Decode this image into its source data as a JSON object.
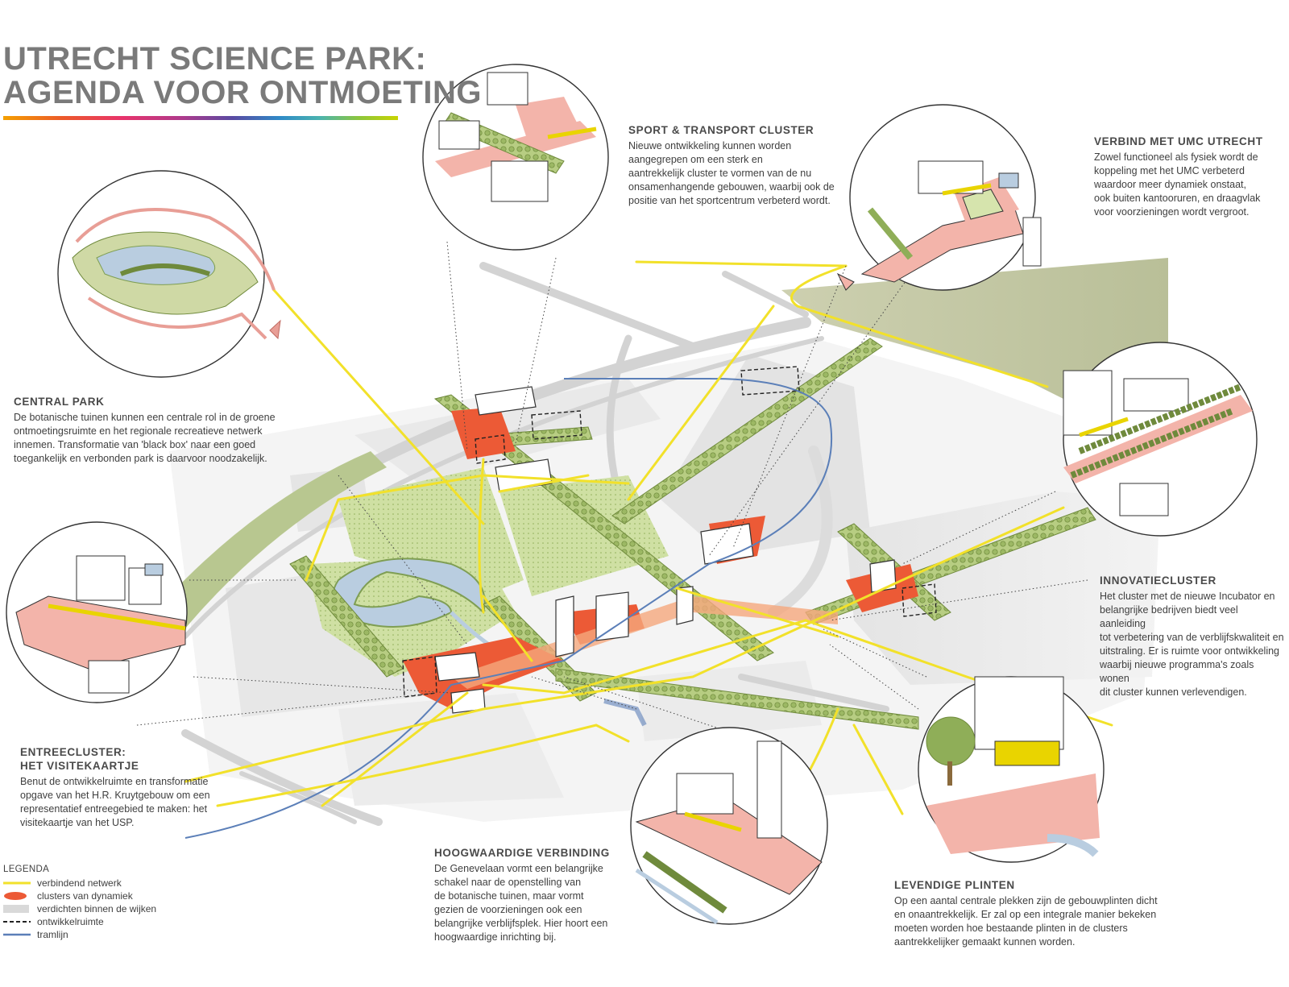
{
  "title": {
    "line1": "UTRECHT SCIENCE PARK:",
    "line2": "AGENDA VOOR ONTMOETING"
  },
  "annotations": {
    "sport": {
      "heading": "SPORT & TRANSPORT CLUSTER",
      "lines": [
        "Nieuwe ontwikkeling kunnen worden",
        "aangegrepen om een sterk en",
        "aantrekkelijk cluster te vormen van de nu",
        "onsamenhangende gebouwen, waarbij ook de",
        "positie van het sportcentrum verbeterd wordt."
      ]
    },
    "umc": {
      "heading": "VERBIND MET UMC UTRECHT",
      "lines": [
        "Zowel functioneel als fysiek wordt de",
        "koppeling met het UMC verbeterd",
        "waardoor meer dynamiek onstaat,",
        "ook buiten kantooruren, en draagvlak",
        "voor voorzieningen wordt vergroot."
      ]
    },
    "central_park": {
      "heading": "CENTRAL PARK",
      "lines": [
        "De botanische tuinen kunnen een centrale rol in de groene",
        "ontmoetingsruimte en het regionale recreatieve netwerk",
        "innemen. Transformatie van 'black box' naar een goed",
        "toegankelijk en verbonden park is daarvoor noodzakelijk."
      ]
    },
    "innovatie": {
      "heading": "INNOVATIECLUSTER",
      "lines": [
        "Het cluster met de nieuwe Incubator en",
        "belangrijke bedrijven biedt veel aanleiding",
        "tot verbetering van de verblijfskwaliteit en",
        "uitstraling. Er is ruimte voor ontwikkeling",
        "waarbij nieuwe programma's zoals wonen",
        "dit cluster kunnen verlevendigen."
      ]
    },
    "entree": {
      "heading1": "ENTREECLUSTER:",
      "heading2": "HET VISITEKAARTJE",
      "lines": [
        "Benut de ontwikkelruimte en transformatie",
        "opgave van het H.R. Kruytgebouw om een",
        "representatief entreegebied te maken: het",
        "visitekaartje van het USP."
      ]
    },
    "hoogwaardig": {
      "heading": "HOOGWAARDIGE VERBINDING",
      "lines": [
        "De Genevelaan vormt een belangrijke",
        "schakel naar de openstelling van",
        "de botanische tuinen, maar vormt",
        "gezien de voorzieningen ook een",
        "belangrijke verblijfsplek. Hier hoort een",
        "hoogwaardige inrichting bij."
      ]
    },
    "plinten": {
      "heading": "LEVENDIGE PLINTEN",
      "lines": [
        "Op een aantal centrale plekken zijn de gebouwplinten dicht",
        "en onaantrekkelijk. Er zal op een integrale manier bekeken",
        "moeten worden hoe bestaande plinten in de clusters",
        "aantrekkelijker gemaakt kunnen worden."
      ]
    }
  },
  "legend": {
    "title": "LEGENDA",
    "items": [
      {
        "label": "verbindend netwerk",
        "color": "#f2e12a"
      },
      {
        "label": "clusters van dynamiek",
        "color": "#ec5a36"
      },
      {
        "label": "verdichten binnen de wijken",
        "color": "#d9d9d9"
      },
      {
        "label": "ontwikkelruimte",
        "color": "#222222"
      },
      {
        "label": "tramlijn",
        "color": "#5b7fb8"
      }
    ]
  },
  "colors": {
    "yellow": "#f2e12a",
    "red": "#ec5a36",
    "pink": "#f2b6ad",
    "green": "#a9c46a",
    "lightgreen": "#d6e4ad",
    "grey": "#d9d9d9",
    "tram": "#5b7fb8",
    "water": "#b9cde0"
  }
}
